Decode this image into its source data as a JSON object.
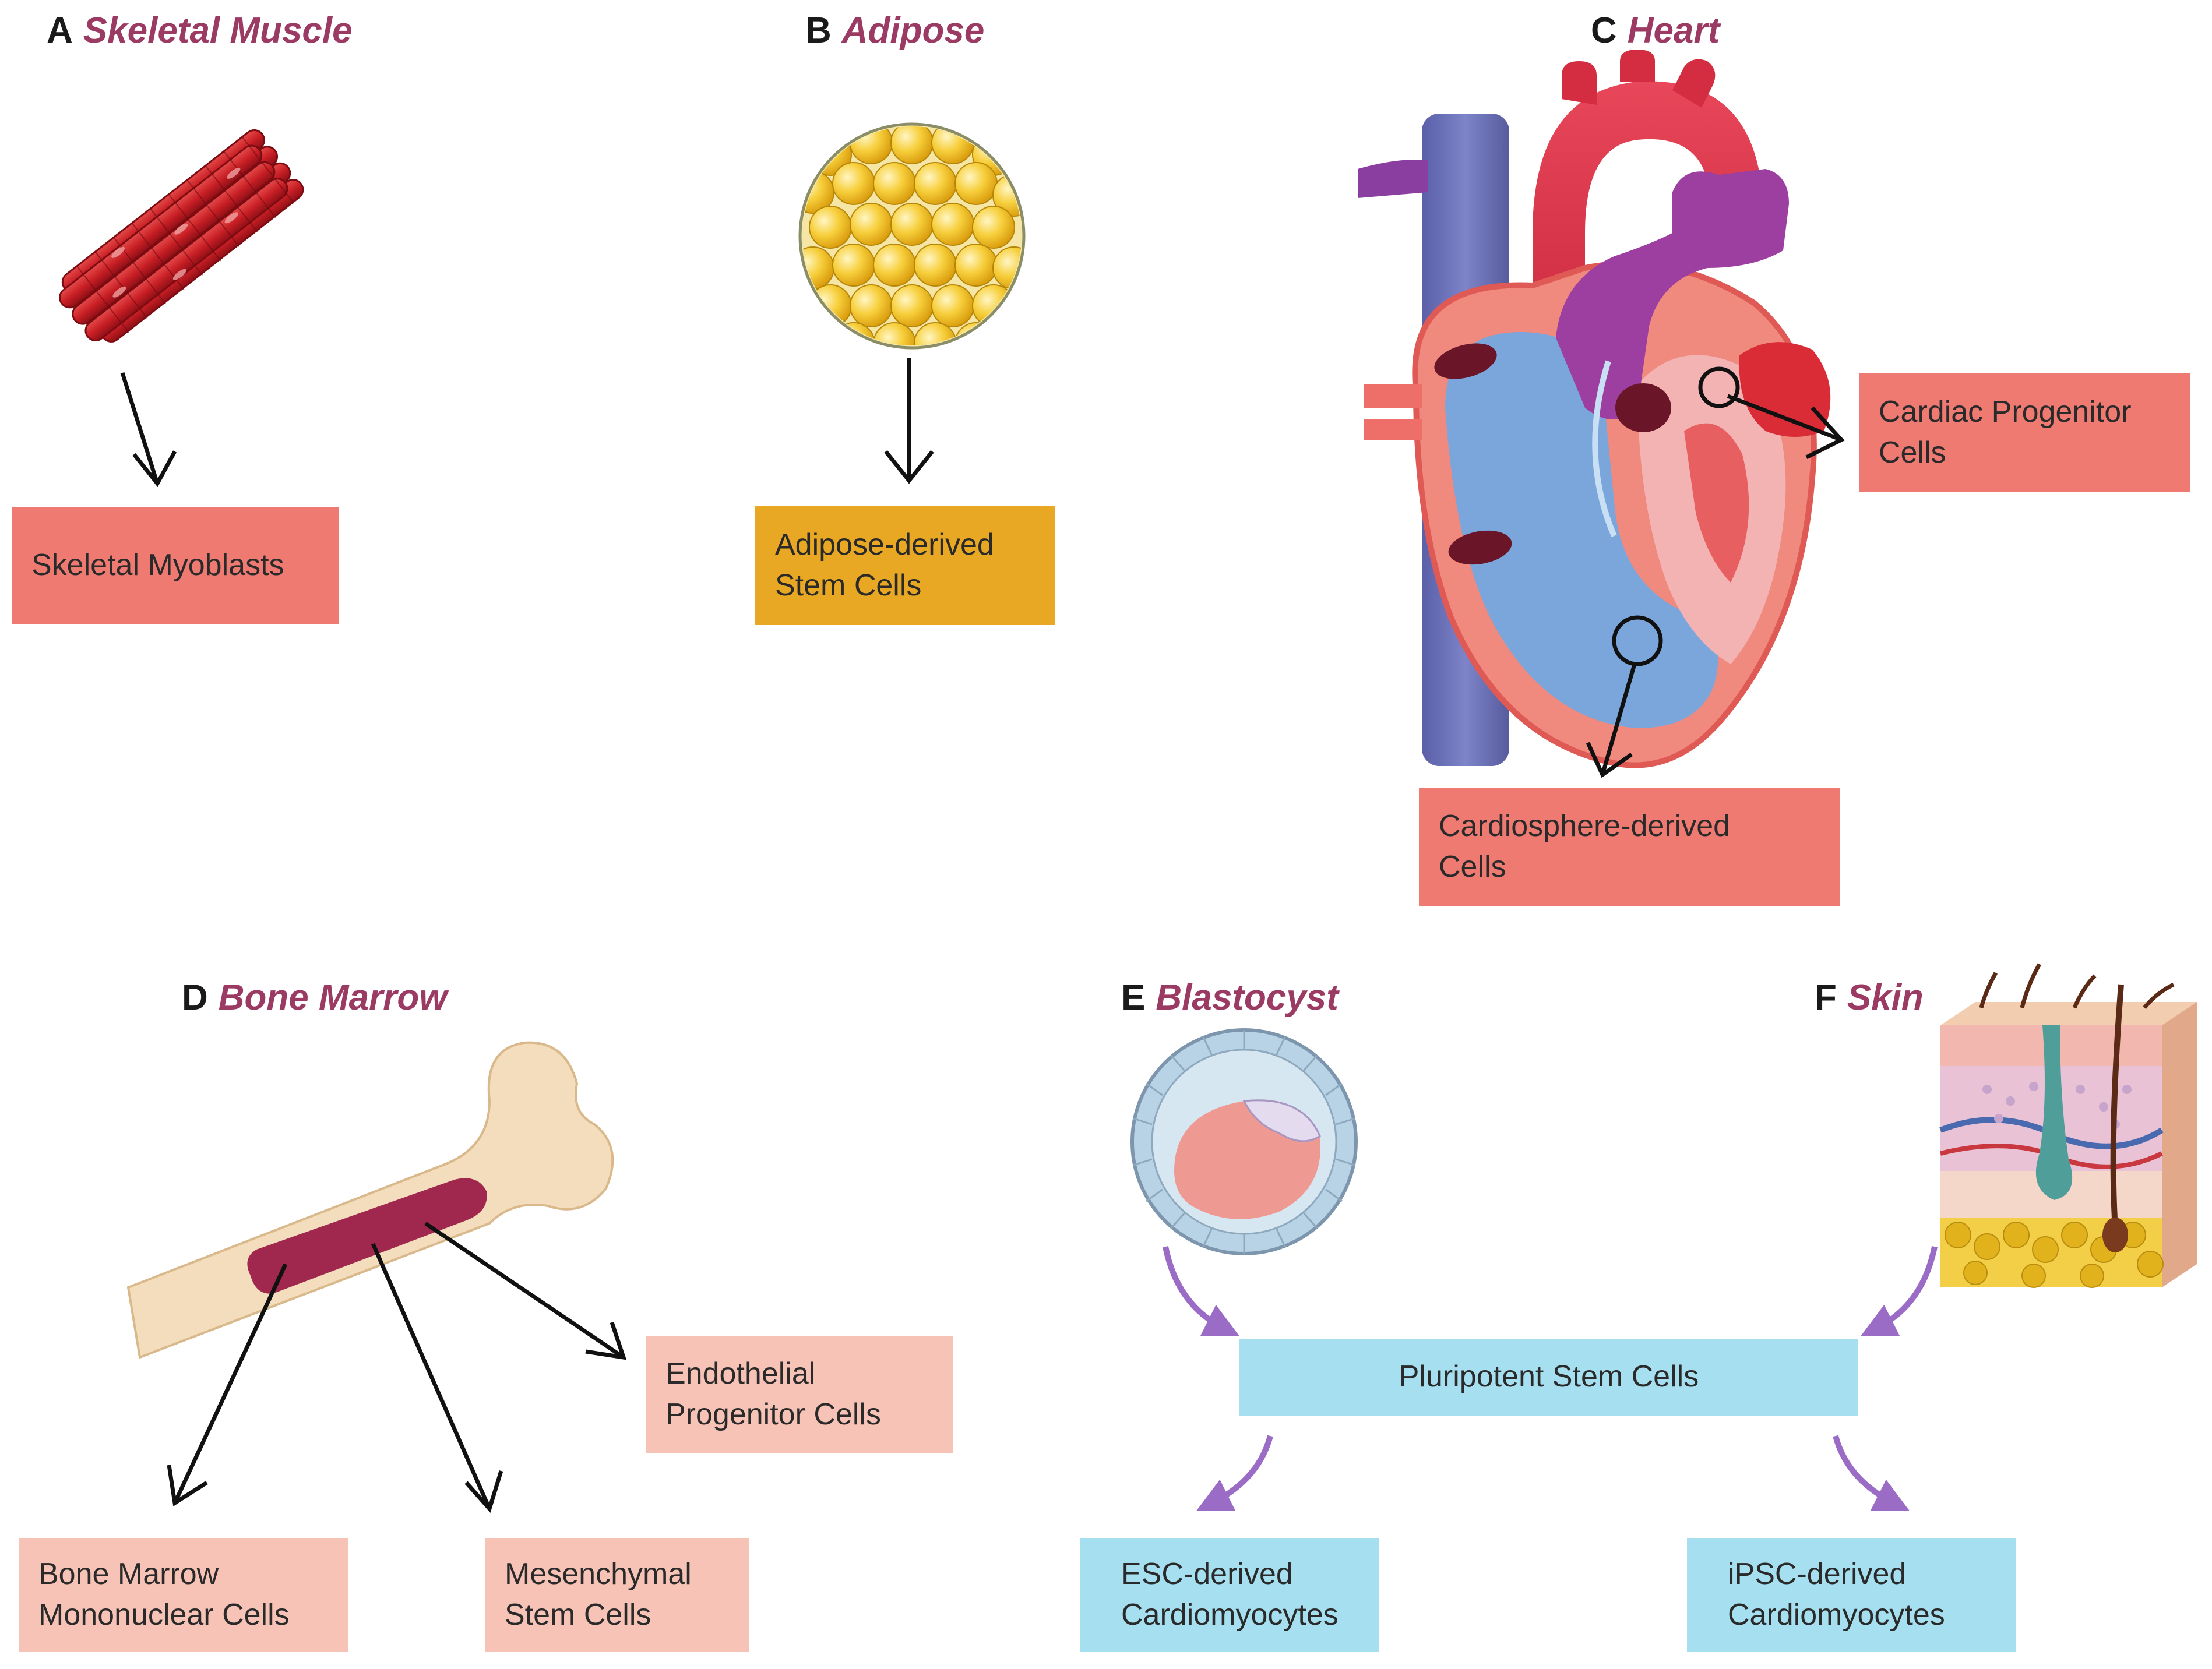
{
  "panels": {
    "a": {
      "letter": "A",
      "name": "Skeletal Muscle",
      "box": "Skeletal Myoblasts"
    },
    "b": {
      "letter": "B",
      "name": "Adipose",
      "box": "Adipose-derived\nStem Cells"
    },
    "c": {
      "letter": "C",
      "name": "Heart",
      "box_progenitor": "Cardiac Progenitor\nCells",
      "box_cardiosphere": "Cardiosphere-derived\nCells"
    },
    "d": {
      "letter": "D",
      "name": "Bone Marrow",
      "box_endothelial": "Endothelial\nProgenitor Cells",
      "box_mononuclear": "Bone Marrow\nMononuclear Cells",
      "box_mesenchymal": "Mesenchymal\nStem Cells"
    },
    "e": {
      "letter": "E",
      "name": "Blastocyst"
    },
    "f": {
      "letter": "F",
      "name": "Skin"
    },
    "pluripotent": {
      "box": "Pluripotent Stem Cells",
      "esc": "ESC-derived\nCardiomyocytes",
      "ipsc": "iPSC-derived\nCardiomyocytes"
    }
  },
  "colors": {
    "title_accent": "#9b3a63",
    "box_red": "#ee7a72",
    "box_gold": "#e8a823",
    "box_pink": "#f7c3b6",
    "box_cyan": "#a6dff0",
    "purple_arrow": "#9a6cc6"
  },
  "icons": [
    "muscle-fiber-bundle-icon",
    "fat-cell-cluster-icon",
    "heart-anatomy-icon",
    "femur-bone-icon",
    "blastocyst-icon",
    "skin-cross-section-icon"
  ]
}
